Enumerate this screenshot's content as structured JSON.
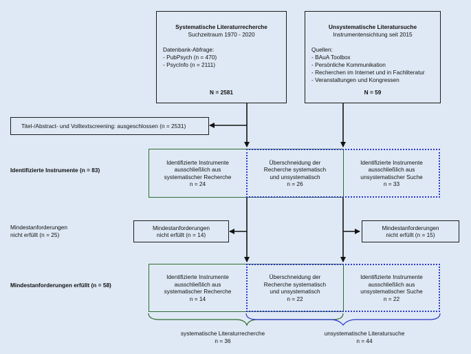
{
  "sys_box": {
    "title": "Systematische Literaturrecherche",
    "subtitle": "Suchzeitraum 1970 - 2020",
    "body_heading": "Datenbank-Abfrage:",
    "sources": [
      "- PubPsych (n = 470)",
      "- PsycInfo (n = 2111)"
    ],
    "total": "N = 2581"
  },
  "unsys_box": {
    "title": "Unsystematische Literatursuche",
    "subtitle": "Instrumentensichtung seit 2015",
    "body_heading": "Quellen:",
    "sources": [
      "- BAuA Toolbox",
      "- Persönliche Kommunikation",
      "- Recherchen im Internet und in Fachliteratur",
      "- Veranstaltungen und Kongressen"
    ],
    "total": "N = 59"
  },
  "excluded": "Titel-/Abstract- und Volltextscreening: ausgeschlossen (n = 2531)",
  "row1": {
    "label": "Identifizierte Instrumente (n = 83)",
    "left": [
      "Identifizierte Instrumente",
      "ausschließlich aus",
      "systematischer Recherche",
      "n = 24"
    ],
    "mid": [
      "Überschneidung der",
      "Recherche systematisch",
      "und unsystematisch",
      "n = 26"
    ],
    "right": [
      "Identifizierte Instrumente",
      "ausschließlich aus",
      "unsystematischer Suche",
      "n = 33"
    ]
  },
  "row2": {
    "label": [
      "Mindestanforderungen",
      "nicht erfüllt (n = 25)"
    ],
    "left": [
      "Mindestanforderungen",
      "nicht erfüllt (n = 14)"
    ],
    "right": [
      "Mindestanforderungen",
      "nicht erfüllt (n = 15)"
    ]
  },
  "row3": {
    "label": "Mindestanforderungen erfüllt (n = 58)",
    "left": [
      "Identifizierte Instrumente",
      "ausschließlich aus",
      "systematischer Recherche",
      "n = 14"
    ],
    "mid": [
      "Überschneidung der",
      "Recherche systematisch",
      "und unsystematisch",
      "n = 22"
    ],
    "right": [
      "Identifizierte Instrumente",
      "ausschließlich aus",
      "unsystematischer Suche",
      "n = 22"
    ]
  },
  "brace_left": [
    "systematische Literaturrecherche",
    "n = 36"
  ],
  "brace_right": [
    "unsystematische Literatursuche",
    "n = 44"
  ],
  "colors": {
    "background": "#dfe9f5",
    "green_border": "#2f6a2f",
    "blue_dotted": "#2b36c8",
    "line": "#111111"
  }
}
